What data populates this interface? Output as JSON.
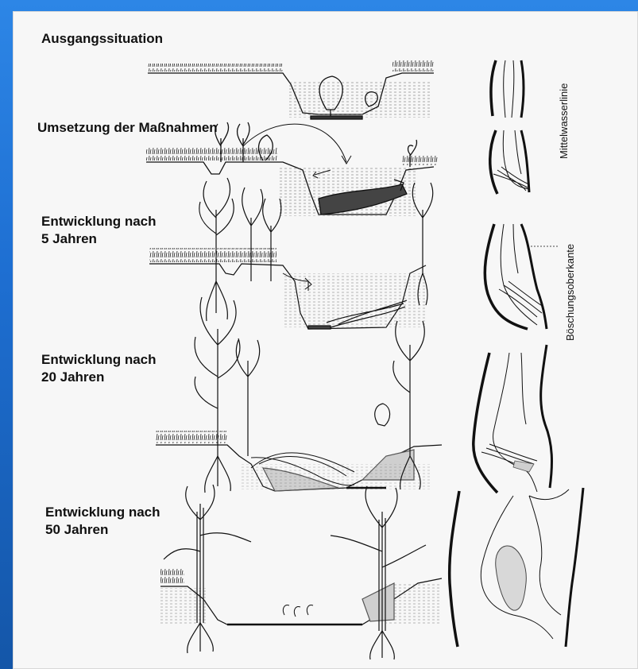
{
  "figure": {
    "stages": [
      {
        "title_lines": [
          "Ausgangssituation"
        ]
      },
      {
        "title_lines": [
          "Umsetzung der Maßnahmen"
        ]
      },
      {
        "title_lines": [
          "Entwicklung nach",
          "5 Jahren"
        ]
      },
      {
        "title_lines": [
          "Entwicklung nach",
          "20 Jahren"
        ]
      },
      {
        "title_lines": [
          "Entwicklung nach",
          "50 Jahren"
        ]
      }
    ],
    "side_labels": {
      "mean_water_line": "Mittelwasserlinie",
      "bank_top": "Böschungsoberkante"
    }
  },
  "colors": {
    "background_gradient_top": "#2d86e6",
    "background_gradient_bottom": "#1456a8",
    "panel": "#f7f7f7",
    "ink": "#111111",
    "shade": "#cfcfcf"
  }
}
